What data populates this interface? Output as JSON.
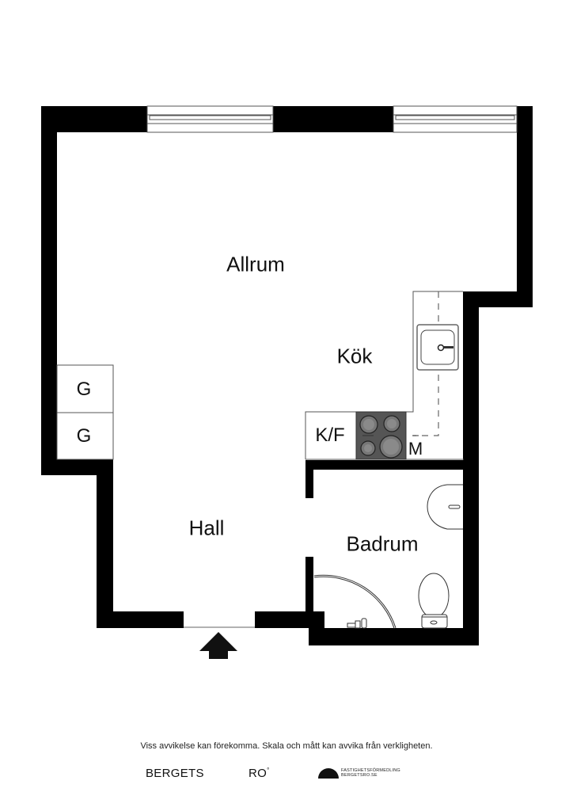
{
  "rooms": {
    "allrum": "Allrum",
    "kok": "Kök",
    "hall": "Hall",
    "badrum": "Badrum"
  },
  "fixtures": {
    "wardrobe_1": "G",
    "wardrobe_2": "G",
    "fridge_freezer": "K/F",
    "microwave": "M"
  },
  "footer": {
    "disclaimer": "Viss avvikelse kan förekomma. Skala och mått kan avvika från verkligheten.",
    "logo_left": "BERGETS",
    "logo_mid": "RO",
    "logo_mid_mark": "°",
    "logo_right_line1": "FASTIGHETSFÖRMEDLING",
    "logo_right_line2": "BERGETSRO.SE"
  },
  "icons": {
    "entrance": "entrance-arrow-icon",
    "logo_mark": "half-circle-logo-icon"
  },
  "colors": {
    "wall": "#000000",
    "stove": "#555555",
    "burner": "#8a8a8a",
    "line": "#333333"
  }
}
